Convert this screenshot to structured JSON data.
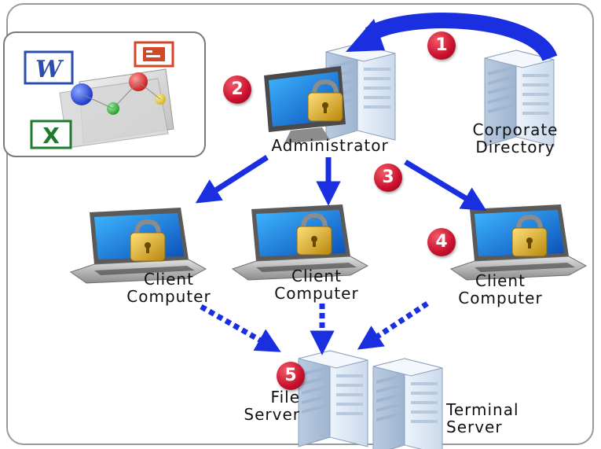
{
  "labels": {
    "administrator": "Administrator",
    "corporate_directory": [
      "Corporate",
      "Directory"
    ],
    "client_left": [
      "Client",
      "Computer"
    ],
    "client_middle": [
      "Client",
      "Computer"
    ],
    "client_right": [
      "Client",
      "Computer"
    ],
    "file_server": [
      "File",
      "Server"
    ],
    "terminal_server": [
      "Terminal",
      "Server"
    ]
  },
  "badges": {
    "one": "1",
    "two": "2",
    "three": "3",
    "four": "4",
    "five": "5"
  },
  "office_icons": {
    "word_letter": "W",
    "excel_letter": "X"
  },
  "colors": {
    "arrow_blue": "#1a2fe0",
    "badge_red": "#c8102e",
    "server_light": "#dfeaf6",
    "lock_gold": "#d9a520",
    "word_blue": "#2b4fa8",
    "excel_green": "#1f7a2e",
    "ppt_red": "#d24726"
  }
}
